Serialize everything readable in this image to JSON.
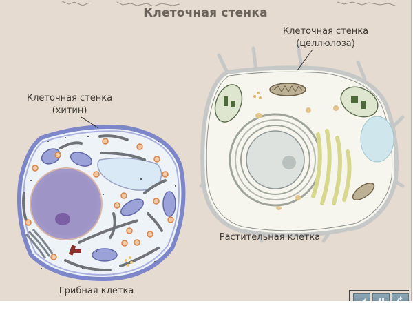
{
  "slide": {
    "title": "Клеточная стенка",
    "background_color": "#e6dbd0",
    "title_color": "#6b625b"
  },
  "fungal_cell": {
    "wall_label_line1": "Клеточная стенка",
    "wall_label_line2": "(хитин)",
    "caption": "Грибная клетка",
    "wall_color": "#7c86c8",
    "cytoplasm_color": "#eef3f8",
    "nucleus_color": "#9e93c6"
  },
  "plant_cell": {
    "wall_label_line1": "Клеточная стенка",
    "wall_label_line2": "(целлюлоза)",
    "caption": "Растительная клетка",
    "wall_color": "#c9ccca",
    "cytoplasm_color": "#f6f6ee",
    "vacuole_color": "#cfe7ec"
  },
  "controls": {
    "buttons": [
      {
        "name": "back",
        "icon": "back-triangle-icon"
      },
      {
        "name": "pause",
        "icon": "pause-icon"
      },
      {
        "name": "replay",
        "icon": "replay-icon"
      }
    ],
    "button_color": "#7a93a2"
  }
}
